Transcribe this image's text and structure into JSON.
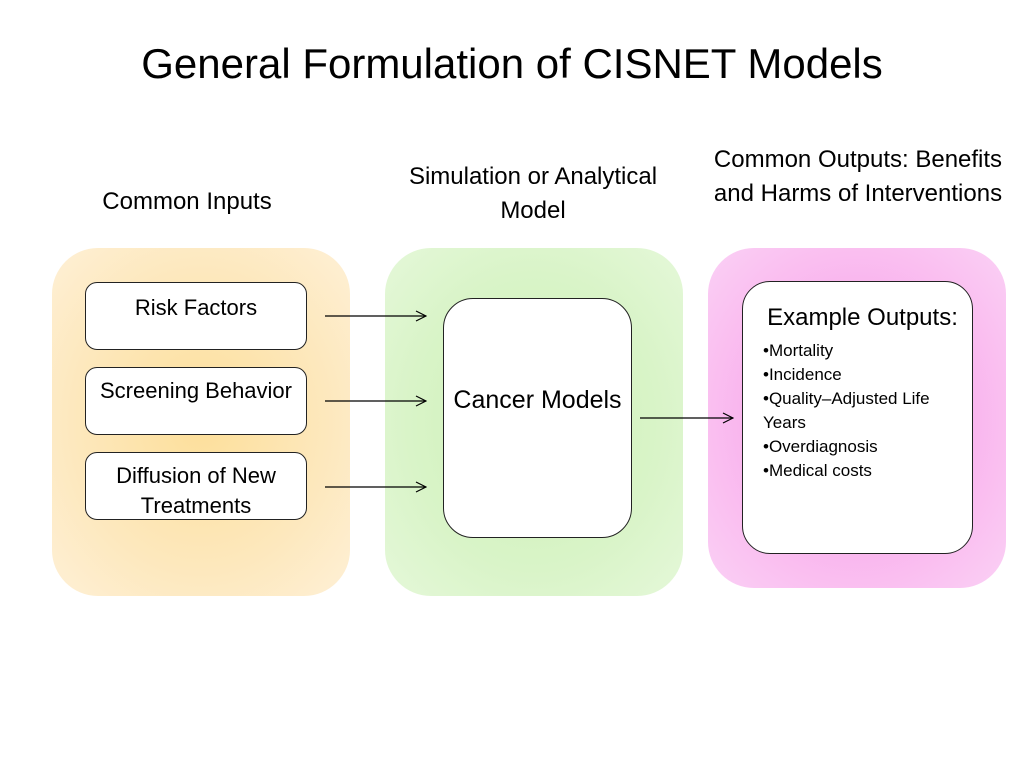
{
  "title": "General Formulation of CISNET Models",
  "headings": {
    "inputs": "Common Inputs",
    "model": "Simulation or Analytical Model",
    "outputs": "Common Outputs: Benefits and Harms of Interventions"
  },
  "inputs": [
    "Risk Factors",
    "Screening Behavior",
    "Diffusion of New Treatments"
  ],
  "model": "Cancer Models",
  "outputs": {
    "title": "Example Outputs:",
    "items": [
      "Mortality",
      "Incidence",
      "Quality–Adjusted Life Years",
      "Overdiagnosis",
      "Medical costs"
    ]
  },
  "colors": {
    "inputs_panel": "#fde3ad",
    "model_panel": "#d6f3c3",
    "outputs_panel": "#f9b9ef"
  }
}
